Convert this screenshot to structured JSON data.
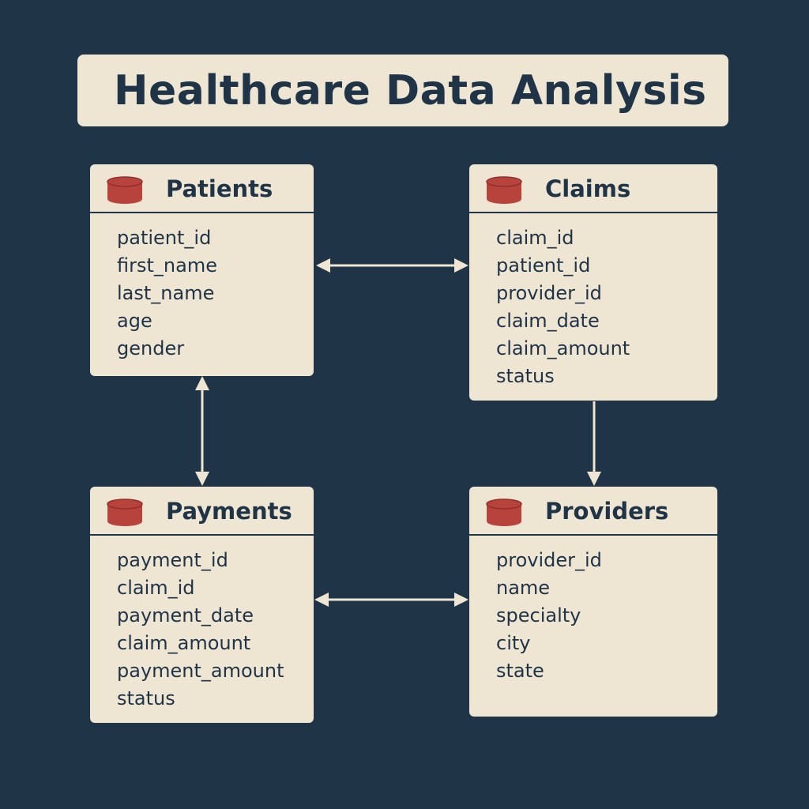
{
  "title": "Healthcare Data Analysis",
  "colors": {
    "background": "#1f3447",
    "card": "#efe5d3",
    "text": "#1f3447",
    "icon": "#b8433d",
    "connector": "#efe5d3"
  },
  "tables": {
    "patients": {
      "name": "Patients",
      "icon": "database-icon",
      "fields": [
        "patient_id",
        "first_name",
        "last_name",
        "age",
        "gender"
      ]
    },
    "claims": {
      "name": "Claims",
      "icon": "database-icon",
      "fields": [
        "claim_id",
        "patient_id",
        "provider_id",
        "claim_date",
        "claim_amount",
        "status"
      ]
    },
    "payments": {
      "name": "Payments",
      "icon": "database-icon",
      "fields": [
        "payment_id",
        "claim_id",
        "payment_date",
        "claim_amount",
        "payment_amount",
        "status"
      ]
    },
    "providers": {
      "name": "Providers",
      "icon": "database-icon",
      "fields": [
        "provider_id",
        "name",
        "specialty",
        "city",
        "state"
      ]
    }
  },
  "relationships": [
    {
      "from": "Patients",
      "to": "Claims",
      "direction": "bidirectional"
    },
    {
      "from": "Patients",
      "to": "Payments",
      "direction": "bidirectional"
    },
    {
      "from": "Claims",
      "to": "Providers",
      "direction": "one-way"
    },
    {
      "from": "Payments",
      "to": "Providers",
      "direction": "bidirectional"
    }
  ]
}
